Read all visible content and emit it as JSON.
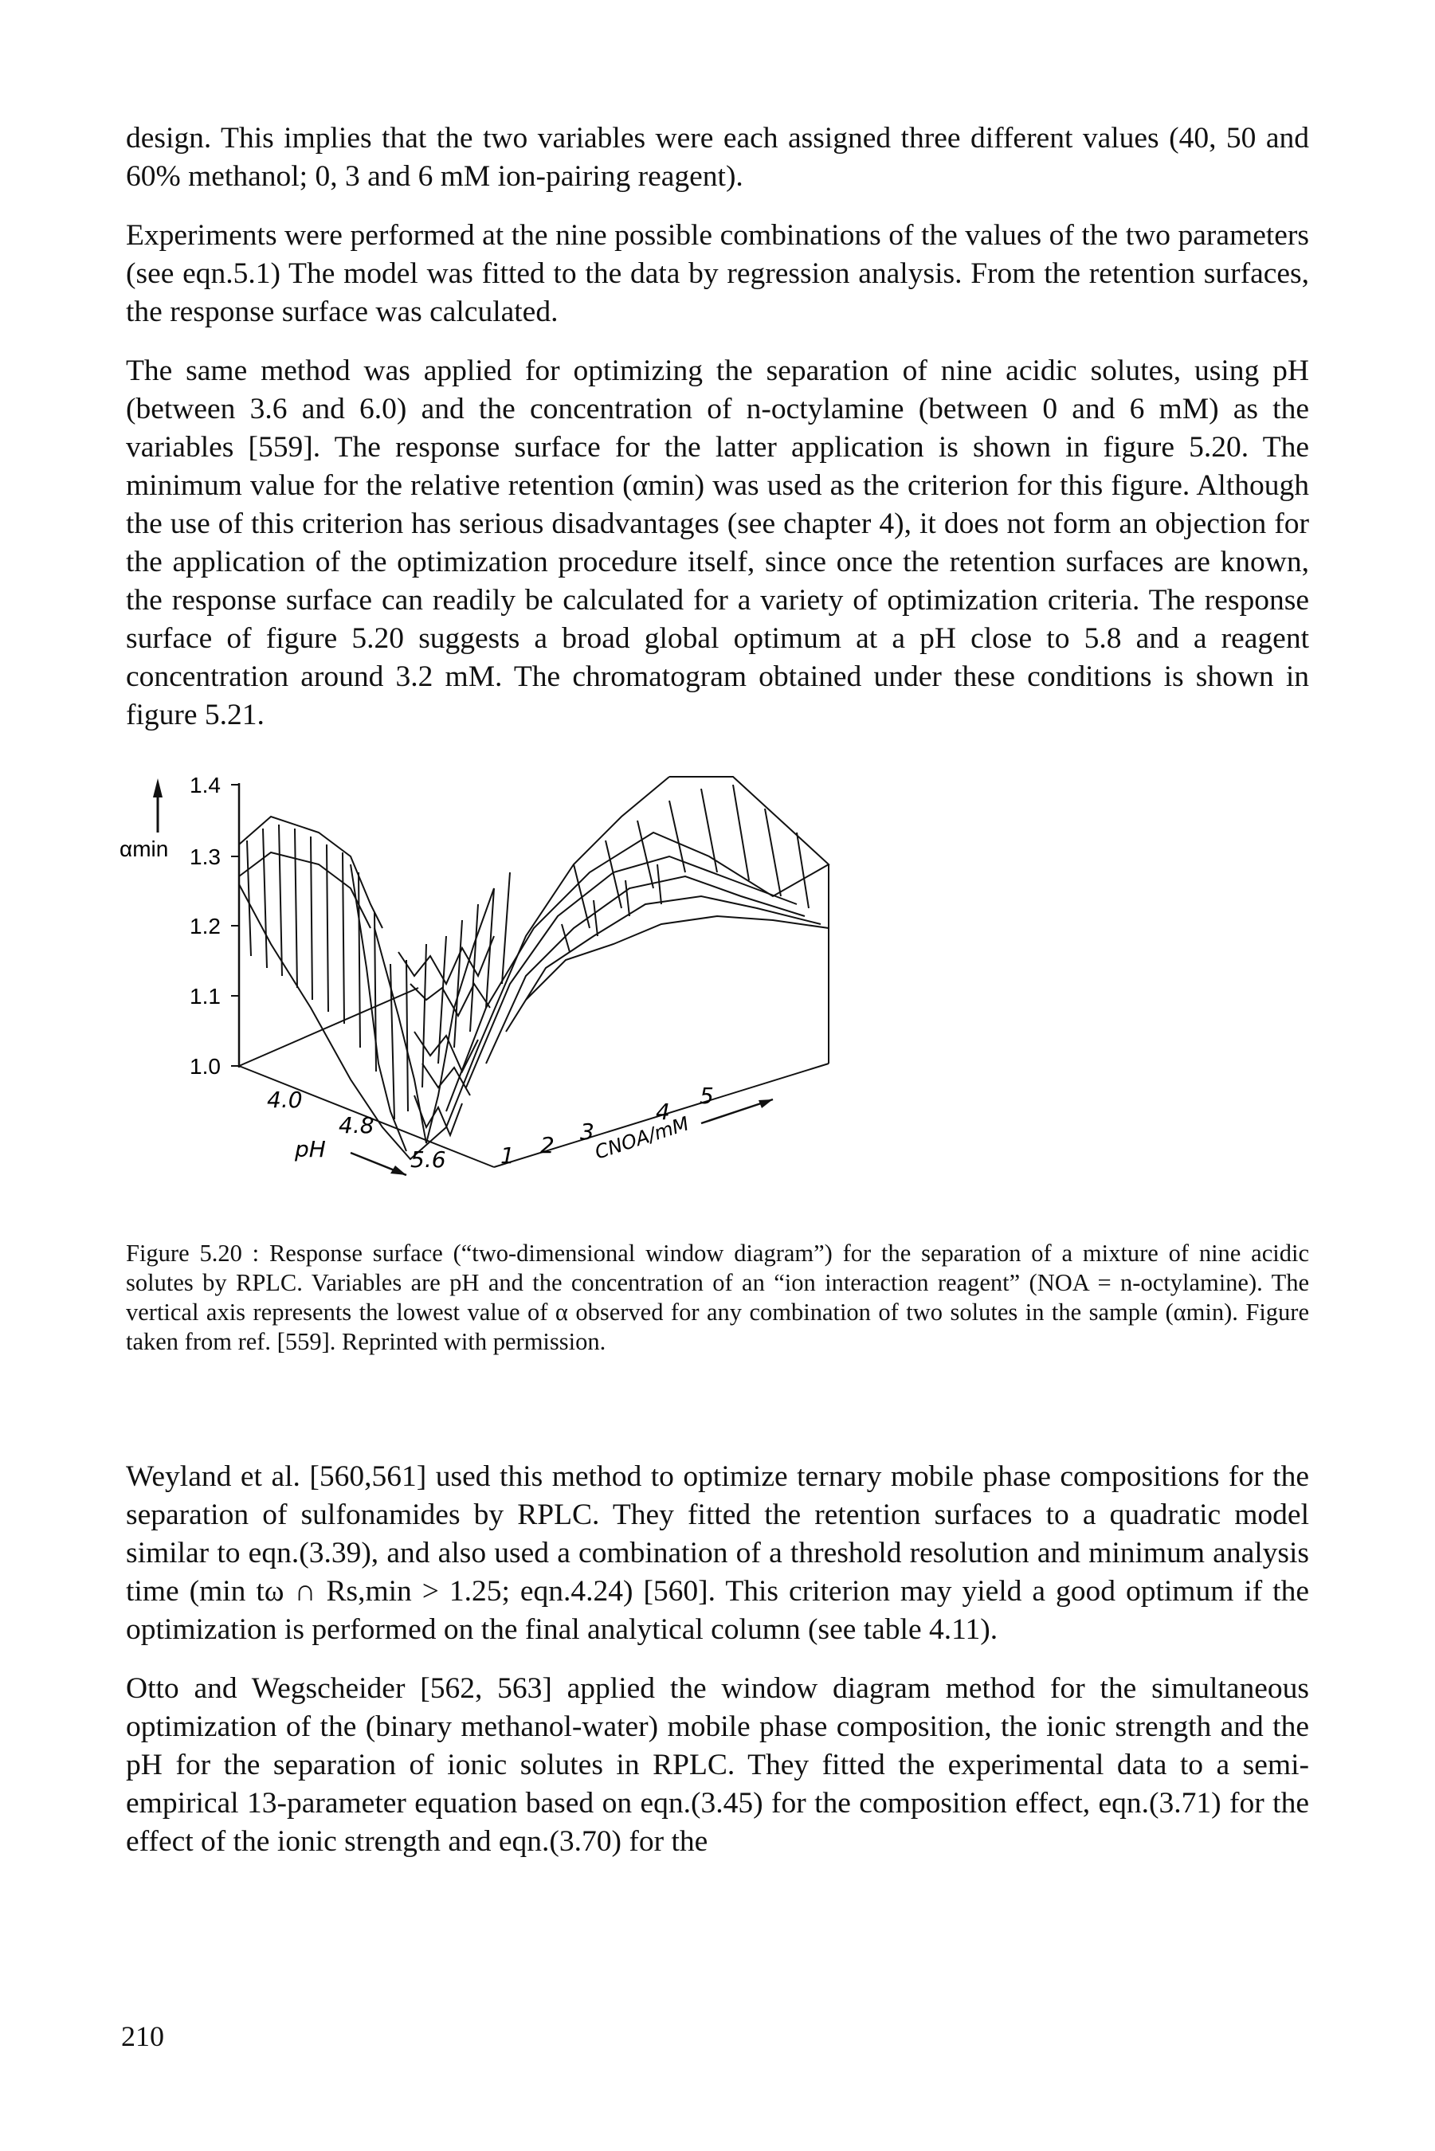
{
  "paragraphs_top": [
    "design. This implies that the two variables were each assigned three different values (40, 50 and 60% methanol; 0, 3 and 6 mM ion-pairing reagent).",
    "Experiments were performed at the nine possible combinations of the values of the two parameters (see eqn.5.1) The model was fitted to the data by regression analysis. From the retention surfaces, the response surface was calculated.",
    "The same method was applied for optimizing the separation of nine acidic solutes, using pH (between 3.6 and 6.0) and the concentration of n-octylamine (between 0 and 6 mM) as the variables [559]. The response surface for the latter application is shown in figure 5.20. The minimum value for the relative retention (αmin) was used as the criterion for this figure. Although the use of this criterion has serious disadvantages (see chapter 4), it does not form an objection for the application of the optimization procedure itself, since once the retention surfaces are known, the response surface can readily be calculated for a variety of optimization criteria. The response surface of figure 5.20 suggests a broad global optimum at a pH close to 5.8 and a reagent concentration around 3.2 mM. The chromatogram obtained under these conditions is shown in figure 5.21."
  ],
  "figure": {
    "y_axis_label": "αmin",
    "y_ticks": [
      "1.4",
      "1.3",
      "1.2",
      "1.1",
      "1.0"
    ],
    "ph_axis_label": "pH",
    "ph_ticks": [
      "4.0",
      "4.8",
      "5.6"
    ],
    "conc_axis_label": "CNOA/mM",
    "conc_ticks": [
      "1",
      "2",
      "3",
      "4",
      "5"
    ]
  },
  "caption": "Figure 5.20 : Response surface (“two-dimensional window diagram”) for the separation of a mixture of nine acidic solutes by RPLC. Variables are pH and the concentration of an “ion interaction reagent” (NOA = n-octylamine). The vertical axis represents the lowest value of α observed for any combination of two solutes in the sample (αmin). Figure taken from ref. [559]. Reprinted with permission.",
  "paragraphs_bottom": [
    "Weyland et al. [560,561] used this method to optimize ternary mobile phase compositions for the separation of sulfonamides by RPLC. They fitted the retention surfaces to a quadratic model similar to eqn.(3.39), and also used a combination of a threshold resolution and minimum analysis time (min tω ∩ Rs,min > 1.25; eqn.4.24) [560]. This criterion may yield a good optimum if the optimization is performed on the final analytical column (see table 4.11).",
    "Otto and Wegscheider [562, 563] applied the window diagram method for the simultaneous optimization of the (binary methanol-water) mobile phase composition, the ionic strength and the pH for the separation of ionic solutes in RPLC. They fitted the experimental data to a semi-empirical 13-parameter equation based on eqn.(3.45) for the composition effect, eqn.(3.71) for the effect of the ionic strength and eqn.(3.70) for the"
  ],
  "page_number": "210"
}
